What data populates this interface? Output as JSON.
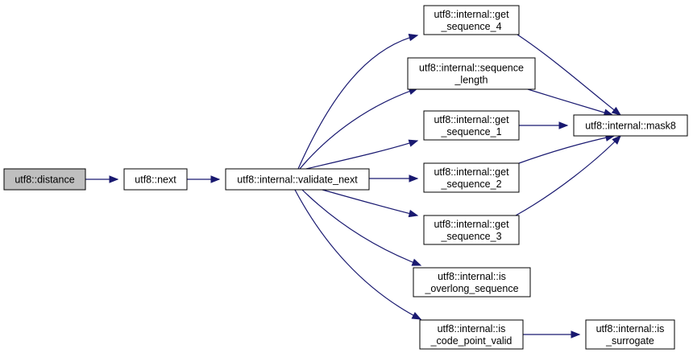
{
  "graph": {
    "nodes": {
      "distance": {
        "lines": [
          "utf8::distance"
        ],
        "current": true
      },
      "next": {
        "lines": [
          "utf8::next"
        ]
      },
      "validate_next": {
        "lines": [
          "utf8::internal::validate_next"
        ]
      },
      "get_sequence_4": {
        "lines": [
          "utf8::internal::get",
          "_sequence_4"
        ]
      },
      "sequence_length": {
        "lines": [
          "utf8::internal::sequence",
          "_length"
        ]
      },
      "get_sequence_1": {
        "lines": [
          "utf8::internal::get",
          "_sequence_1"
        ]
      },
      "get_sequence_2": {
        "lines": [
          "utf8::internal::get",
          "_sequence_2"
        ]
      },
      "get_sequence_3": {
        "lines": [
          "utf8::internal::get",
          "_sequence_3"
        ]
      },
      "is_overlong_sequence": {
        "lines": [
          "utf8::internal::is",
          "_overlong_sequence"
        ]
      },
      "is_code_point_valid": {
        "lines": [
          "utf8::internal::is",
          "_code_point_valid"
        ]
      },
      "mask8": {
        "lines": [
          "utf8::internal::mask8"
        ]
      },
      "is_surrogate": {
        "lines": [
          "utf8::internal::is",
          "_surrogate"
        ]
      }
    },
    "edges": [
      {
        "from": "distance",
        "to": "next"
      },
      {
        "from": "next",
        "to": "validate_next"
      },
      {
        "from": "validate_next",
        "to": "get_sequence_4"
      },
      {
        "from": "validate_next",
        "to": "sequence_length"
      },
      {
        "from": "validate_next",
        "to": "get_sequence_1"
      },
      {
        "from": "validate_next",
        "to": "get_sequence_2"
      },
      {
        "from": "validate_next",
        "to": "get_sequence_3"
      },
      {
        "from": "validate_next",
        "to": "is_overlong_sequence"
      },
      {
        "from": "validate_next",
        "to": "is_code_point_valid"
      },
      {
        "from": "get_sequence_4",
        "to": "mask8"
      },
      {
        "from": "sequence_length",
        "to": "mask8"
      },
      {
        "from": "get_sequence_1",
        "to": "mask8"
      },
      {
        "from": "get_sequence_2",
        "to": "mask8"
      },
      {
        "from": "get_sequence_3",
        "to": "mask8"
      },
      {
        "from": "is_code_point_valid",
        "to": "is_surrogate"
      }
    ],
    "colors": {
      "edge": "#191970",
      "current_node_fill": "#bfbfbf",
      "node_fill": "#ffffff",
      "node_border": "#000000"
    }
  }
}
